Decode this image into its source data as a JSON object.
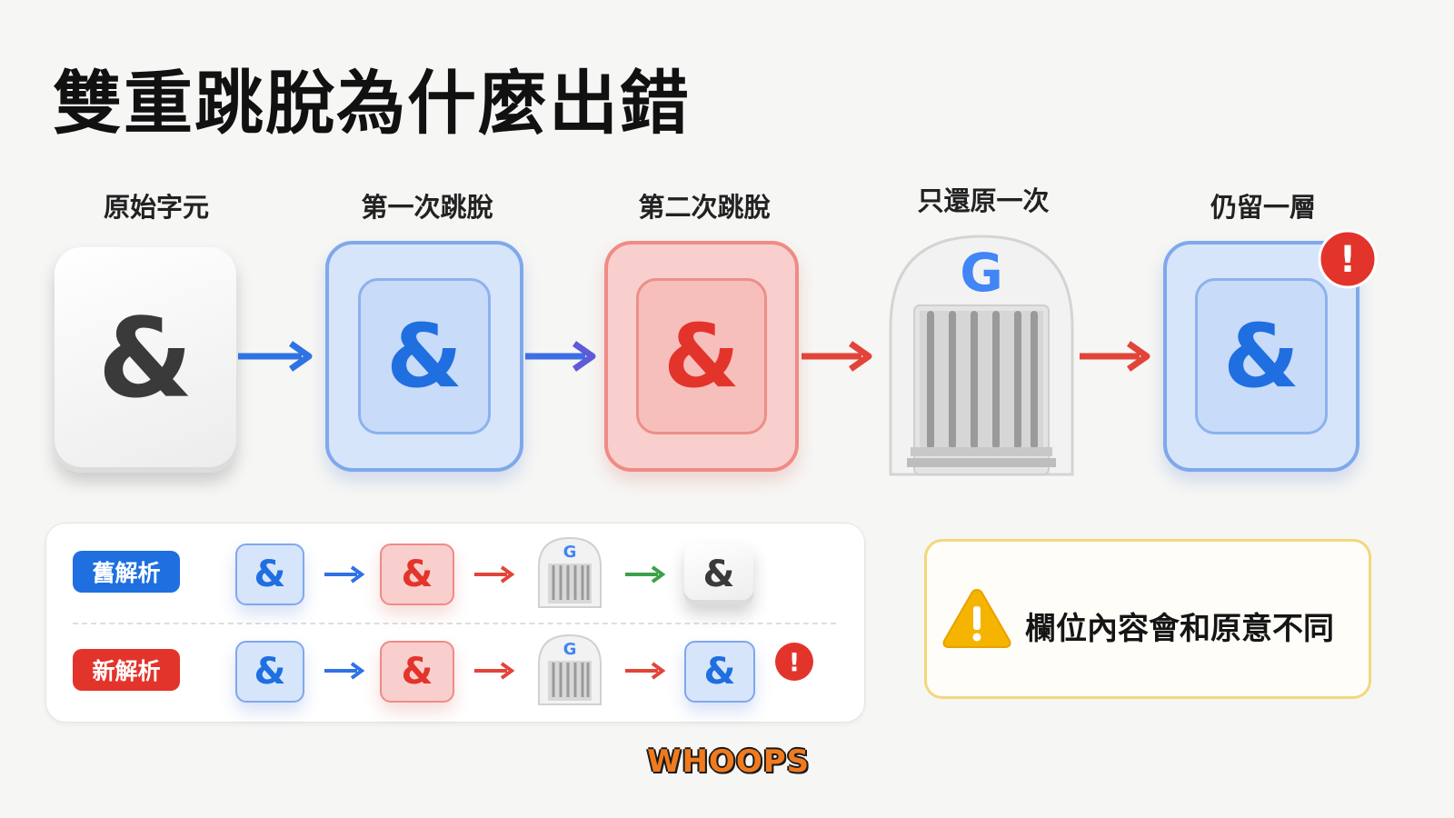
{
  "title": "雙重跳脫為什麼出錯",
  "steps": [
    {
      "label": "原始字元",
      "symbol": "&"
    },
    {
      "label": "第一次跳脫",
      "symbol": "&"
    },
    {
      "label": "第二次跳脫",
      "symbol": "&"
    },
    {
      "label": "只還原一次",
      "symbol": "G"
    },
    {
      "label": "仍留一層",
      "symbol": "&",
      "alert": "!"
    }
  ],
  "comparison": {
    "old": {
      "badge": "舊解析",
      "tiles": [
        "&",
        "&",
        "G",
        "&"
      ]
    },
    "new": {
      "badge": "新解析",
      "tiles": [
        "&",
        "&",
        "G",
        "&"
      ],
      "alert": "!"
    }
  },
  "warning": {
    "text": "欄位內容會和原意不同",
    "icon": "warning-triangle-icon"
  },
  "watermark": "WHOOPS",
  "colors": {
    "blue": "#1f6fe0",
    "red": "#e3342b",
    "green": "#3aa14a",
    "dark": "#3a3a3a",
    "yellow": "#f4b400"
  }
}
